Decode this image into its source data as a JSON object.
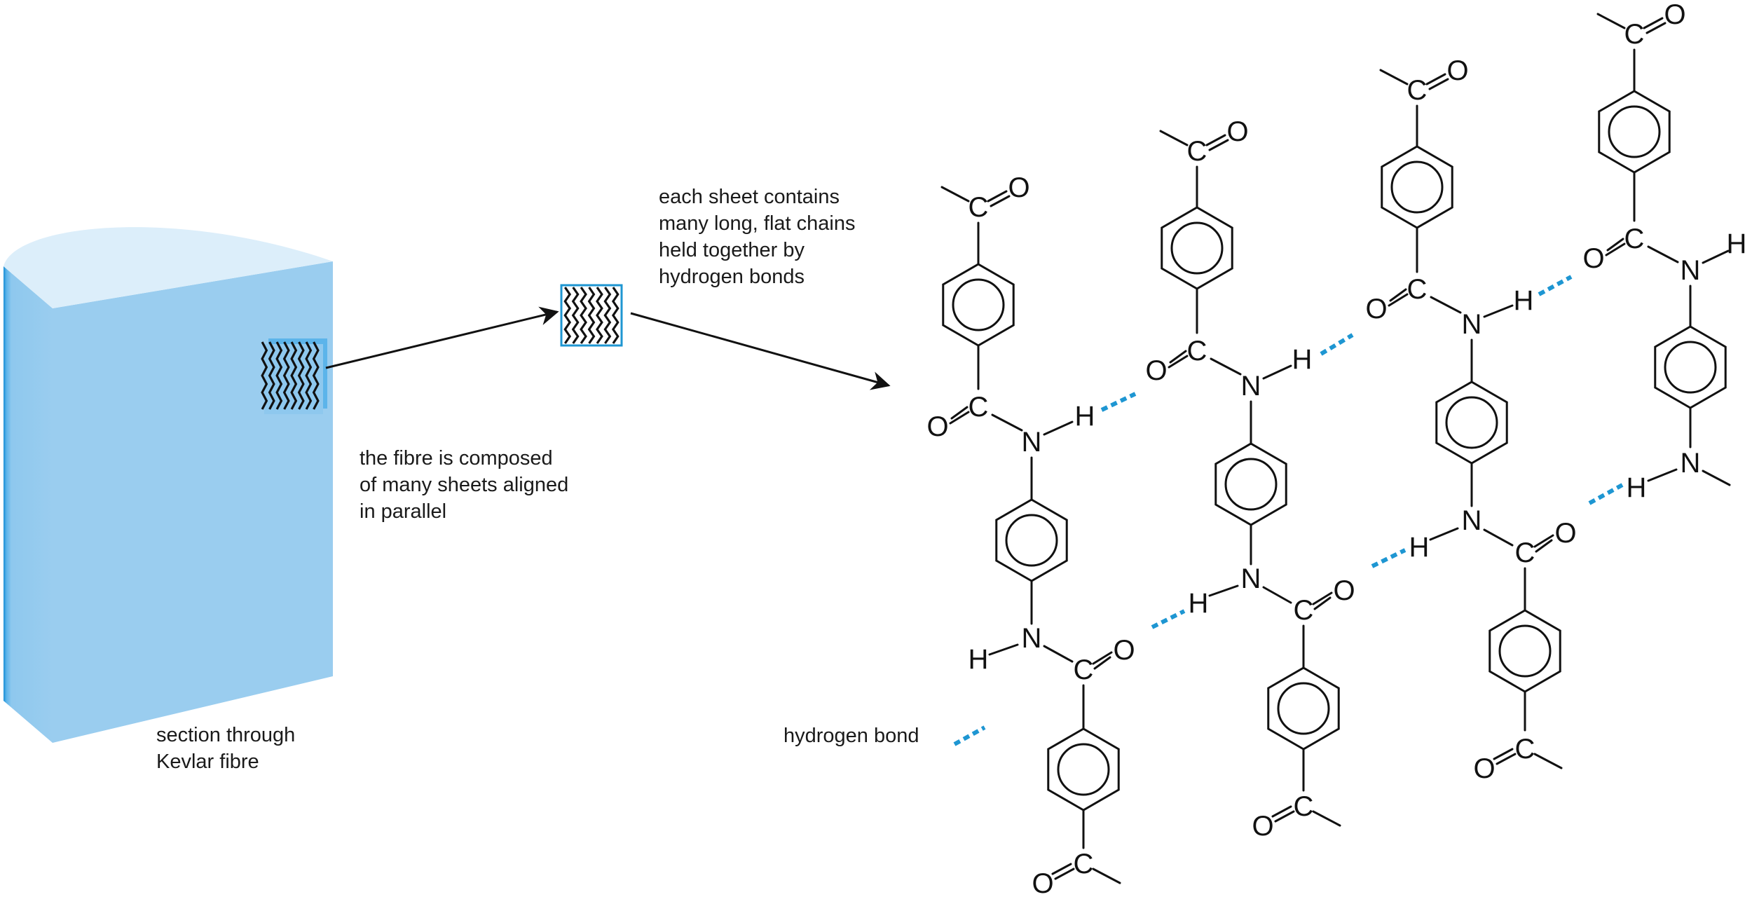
{
  "captions": {
    "fibre_section": [
      "section through",
      "Kevlar fibre"
    ],
    "sheets": [
      "the fibre is composed",
      "of many sheets aligned",
      "in parallel"
    ],
    "chains": [
      "each sheet contains",
      "many long, flat chains",
      "held together by",
      "hydrogen bonds"
    ]
  },
  "legend": {
    "hbond_label": "hydrogen bond"
  },
  "atoms": {
    "carbon": "C",
    "oxygen": "O",
    "nitrogen": "N",
    "hydrogen": "H"
  },
  "colors": {
    "fibre_front": "#8ec8ee",
    "fibre_top": "#dceefa",
    "fibre_edge": "#1a8fd6",
    "hbond": "#1e96d2",
    "bond": "#111111"
  }
}
